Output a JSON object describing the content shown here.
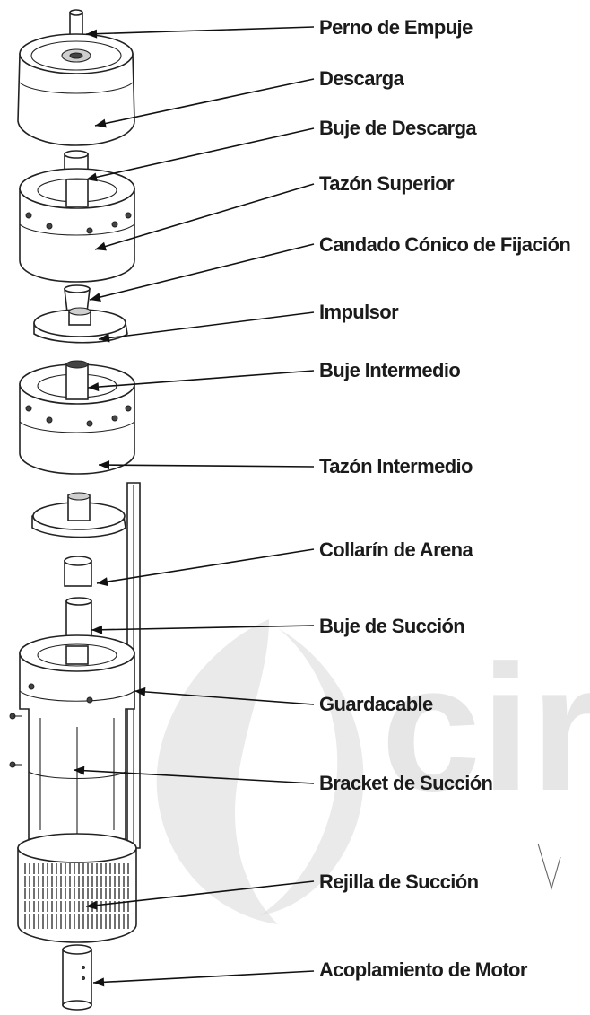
{
  "labels": [
    "Perno de Empuje",
    "Descarga",
    "Buje de Descarga",
    "Tazón Superior",
    "Candado Cónico de Fijación",
    "Impulsor",
    "Buje Intermedio",
    "Tazón Intermedio",
    "Collarín de Arena",
    "Buje de Succión",
    "Guardacable",
    "Bracket de Succión",
    "Rejilla de Succión",
    "Acoplamiento de Motor"
  ],
  "watermark": {
    "text": "cir",
    "color": "#d9d9d9"
  },
  "colors": {
    "ink": "#1b1b1b",
    "line": "#222222"
  }
}
